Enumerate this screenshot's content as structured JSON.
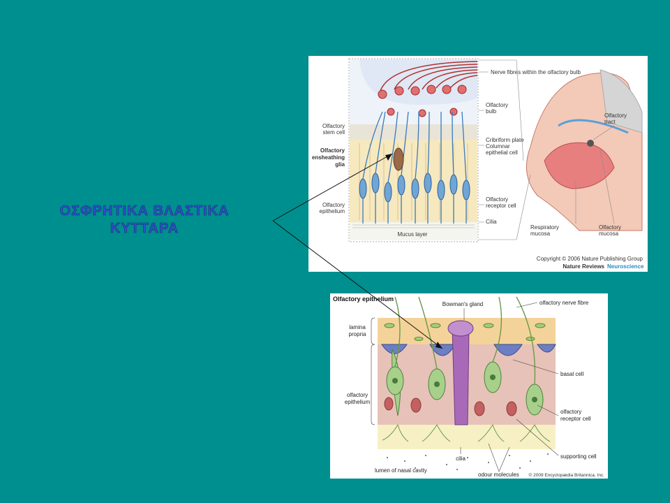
{
  "slide": {
    "title_line1": "ΟΣΦΡΗΤΙΚΑ ΒΛΑΣΤΙΚΑ",
    "title_line2": "ΚΥΤΤΑΡΑ"
  },
  "figure_top": {
    "labels": {
      "nerve_fibres": "Nerve fibres within the olfactory bulb",
      "olfactory_bulb_1": "Olfactory",
      "olfactory_bulb_2": "bulb",
      "stem_cell_1": "Olfactory",
      "stem_cell_2": "stem cell",
      "ensheathing_1": "Olfactory",
      "ensheathing_2": "ensheathing",
      "ensheathing_3": "glia",
      "cribriform": "Cribriform plate",
      "columnar_1": "Columnar",
      "columnar_2": "epithelial cell",
      "epithelium_1": "Olfactory",
      "epithelium_2": "epithelium",
      "receptor_1": "Olfactory",
      "receptor_2": "receptor cell",
      "cilia": "Cilia",
      "mucus": "Mucus layer",
      "tract_1": "Olfactory",
      "tract_2": "tract",
      "respiratory_1": "Respiratory",
      "respiratory_2": "mucosa",
      "olf_mucosa_1": "Olfactory",
      "olf_mucosa_2": "mucosa",
      "copyright": "Copyright © 2006 Nature Publishing Group",
      "journal": "Nature Reviews",
      "journal_section": "Neuroscience"
    }
  },
  "figure_bottom": {
    "labels": {
      "title": "Olfactory epithelium",
      "bowmans": "Bowman's gland",
      "nerve_fibre": "olfactory nerve fibre",
      "lamina_1": "lamina",
      "lamina_2": "propria",
      "basal": "basal cell",
      "epithelium_1": "olfactory",
      "epithelium_2": "epithelium",
      "receptor_1": "olfactory",
      "receptor_2": "receptor cell",
      "supporting": "supporting cell",
      "cilia": "cilia",
      "lumen": "lumen of nasal cavity",
      "odour": "odour molecules",
      "copyright": "© 2009 Encyclopædia Britannica, Inc."
    }
  }
}
